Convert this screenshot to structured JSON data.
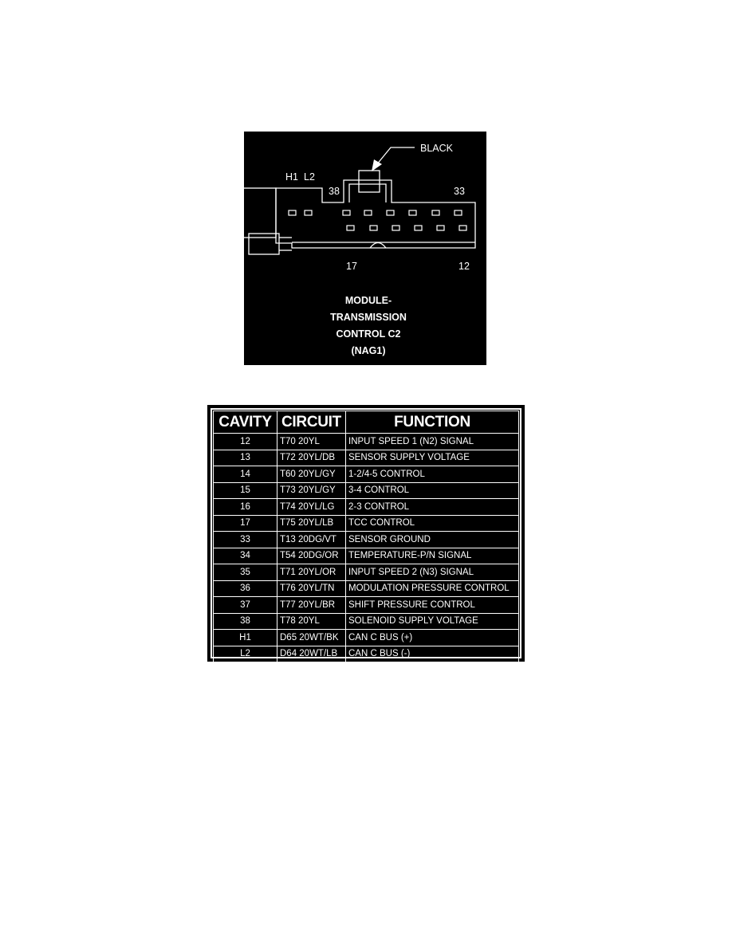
{
  "connector": {
    "color_label": "BLACK",
    "pin_labels": {
      "h1": "H1",
      "l2": "L2",
      "p38": "38",
      "p33": "33",
      "p17": "17",
      "p12": "12"
    },
    "title_lines": [
      "MODULE-",
      "TRANSMISSION",
      "CONTROL C2",
      "(NAG1)"
    ]
  },
  "table": {
    "headers": [
      "CAVITY",
      "CIRCUIT",
      "FUNCTION"
    ],
    "rows": [
      {
        "cavity": "12",
        "circuit": "T70 20YL",
        "function": "INPUT SPEED 1 (N2) SIGNAL"
      },
      {
        "cavity": "13",
        "circuit": "T72 20YL/DB",
        "function": "SENSOR SUPPLY VOLTAGE"
      },
      {
        "cavity": "14",
        "circuit": "T60 20YL/GY",
        "function": "1-2/4-5 CONTROL"
      },
      {
        "cavity": "15",
        "circuit": "T73 20YL/GY",
        "function": "3-4 CONTROL"
      },
      {
        "cavity": "16",
        "circuit": "T74 20YL/LG",
        "function": "2-3 CONTROL"
      },
      {
        "cavity": "17",
        "circuit": "T75 20YL/LB",
        "function": "TCC CONTROL"
      },
      {
        "cavity": "33",
        "circuit": "T13 20DG/VT",
        "function": "SENSOR GROUND"
      },
      {
        "cavity": "34",
        "circuit": "T54 20DG/OR",
        "function": "TEMPERATURE-P/N SIGNAL"
      },
      {
        "cavity": "35",
        "circuit": "T71 20YL/OR",
        "function": "INPUT SPEED 2 (N3) SIGNAL"
      },
      {
        "cavity": "36",
        "circuit": "T76 20YL/TN",
        "function": "MODULATION PRESSURE CONTROL"
      },
      {
        "cavity": "37",
        "circuit": "T77 20YL/BR",
        "function": "SHIFT PRESSURE CONTROL"
      },
      {
        "cavity": "38",
        "circuit": "T78 20YL",
        "function": "SOLENOID SUPPLY VOLTAGE"
      },
      {
        "cavity": "H1",
        "circuit": "D65 20WT/BK",
        "function": "CAN C BUS (+)"
      },
      {
        "cavity": "L2",
        "circuit": "D64 20WT/LB",
        "function": "CAN C BUS (-)"
      }
    ]
  }
}
